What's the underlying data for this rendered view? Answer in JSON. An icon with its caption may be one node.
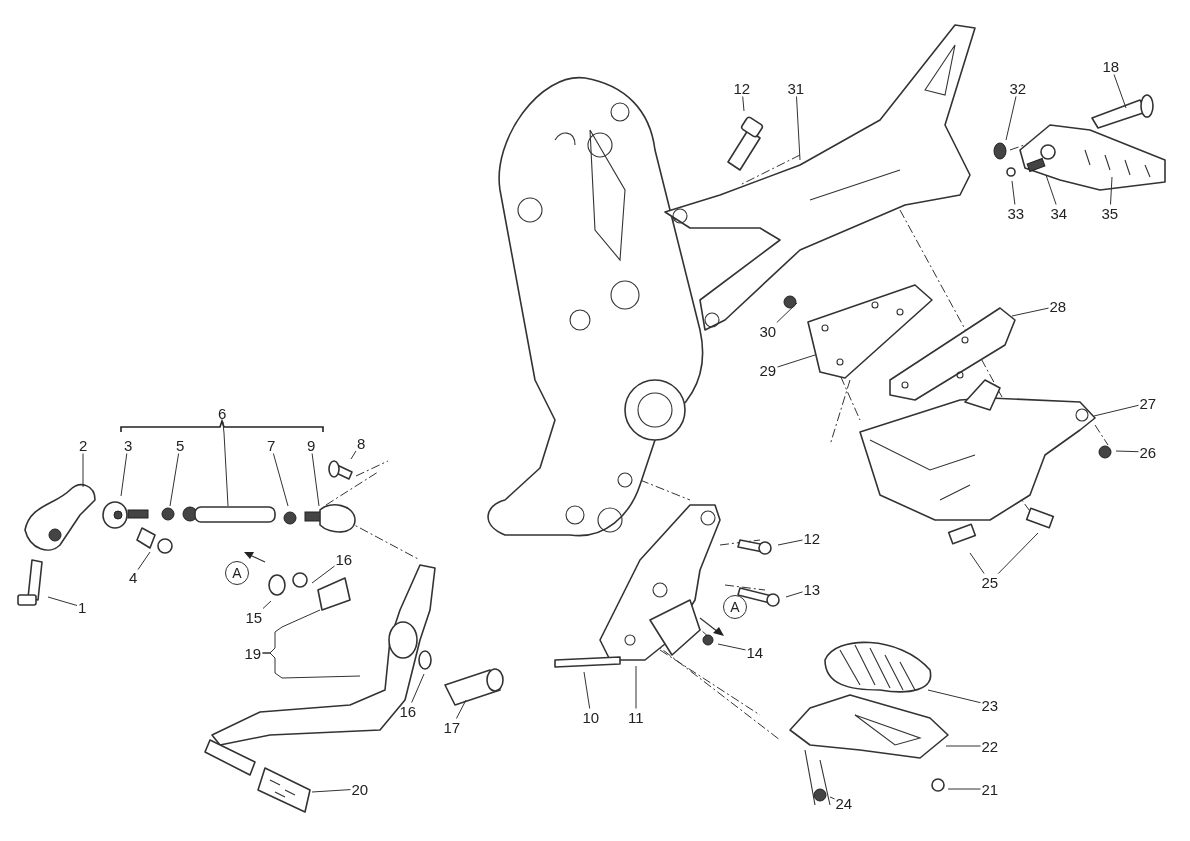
{
  "diagram": {
    "nodes": [
      {
        "text": [
          "18"
        ]
      },
      {
        "text": [
          "12"
        ]
      },
      {
        "text": [
          "31"
        ]
      },
      {
        "text": [
          "32"
        ]
      },
      {
        "text": [
          "33"
        ]
      },
      {
        "text": [
          "34"
        ]
      },
      {
        "text": [
          "35"
        ]
      },
      {
        "text": [
          "28"
        ]
      },
      {
        "text": [
          "30"
        ]
      },
      {
        "text": [
          "29"
        ]
      },
      {
        "text": [
          "27"
        ]
      },
      {
        "text": [
          "26"
        ]
      },
      {
        "text": [
          "6"
        ]
      },
      {
        "text": [
          "2"
        ]
      },
      {
        "text": [
          "3"
        ]
      },
      {
        "text": [
          "5"
        ]
      },
      {
        "text": [
          "7"
        ]
      },
      {
        "text": [
          "9"
        ]
      },
      {
        "text": [
          "8"
        ]
      },
      {
        "text": [
          "12"
        ]
      },
      {
        "text": [
          "13"
        ]
      },
      {
        "text": [
          "25"
        ]
      },
      {
        "text": [
          "4"
        ]
      },
      {
        "text": [
          "A"
        ]
      },
      {
        "text": [
          "16"
        ]
      },
      {
        "text": [
          "15"
        ]
      },
      {
        "text": [
          "1"
        ]
      },
      {
        "text": [
          "19"
        ]
      },
      {
        "text": [
          "A"
        ]
      },
      {
        "text": [
          "14"
        ]
      },
      {
        "text": [
          "10"
        ]
      },
      {
        "text": [
          "11"
        ]
      },
      {
        "text": [
          "23"
        ]
      },
      {
        "text": [
          "22"
        ]
      },
      {
        "text": [
          "16"
        ]
      },
      {
        "text": [
          "17"
        ]
      },
      {
        "text": [
          "20"
        ]
      },
      {
        "text": [
          "21"
        ]
      },
      {
        "text": [
          "24"
        ]
      }
    ],
    "edges": [
      {
        "from": 0,
        "to": null,
        "arrow": "none"
      },
      {
        "from": 1,
        "to": null,
        "arrow": "none"
      },
      {
        "from": 2,
        "to": null,
        "arrow": "none"
      },
      {
        "from": 3,
        "to": null,
        "arrow": "none"
      },
      {
        "from": 4,
        "to": null,
        "arrow": "none"
      },
      {
        "from": 5,
        "to": null,
        "arrow": "none"
      },
      {
        "from": 6,
        "to": null,
        "arrow": "none"
      },
      {
        "from": 7,
        "to": null,
        "arrow": "none"
      },
      {
        "from": 8,
        "to": null,
        "arrow": "none"
      },
      {
        "from": 9,
        "to": null,
        "arrow": "none"
      },
      {
        "from": 10,
        "to": null,
        "arrow": "none"
      },
      {
        "from": 11,
        "to": null,
        "arrow": "none"
      },
      {
        "from": 12,
        "to": null,
        "arrow": "none"
      },
      {
        "from": 13,
        "to": null,
        "arrow": "none"
      },
      {
        "from": 14,
        "to": null,
        "arrow": "none"
      },
      {
        "from": 15,
        "to": null,
        "arrow": "none"
      },
      {
        "from": 16,
        "to": null,
        "arrow": "none"
      },
      {
        "from": 17,
        "to": null,
        "arrow": "none"
      },
      {
        "from": 18,
        "to": null,
        "arrow": "none"
      },
      {
        "from": 19,
        "to": null,
        "arrow": "none"
      },
      {
        "from": 20,
        "to": null,
        "arrow": "none"
      },
      {
        "from": 21,
        "to": null,
        "arrow": "none"
      },
      {
        "from": 21,
        "to": null,
        "arrow": "none"
      },
      {
        "from": 22,
        "to": null,
        "arrow": "none"
      },
      {
        "from": 24,
        "to": null,
        "arrow": "none"
      },
      {
        "from": 25,
        "to": null,
        "arrow": "none"
      },
      {
        "from": 26,
        "to": null,
        "arrow": "none"
      },
      {
        "from": 27,
        "to": null,
        "arrow": "none"
      },
      {
        "from": 27,
        "to": null,
        "arrow": "none"
      },
      {
        "from": 29,
        "to": null,
        "arrow": "none"
      },
      {
        "from": 30,
        "to": null,
        "arrow": "none"
      },
      {
        "from": 31,
        "to": null,
        "arrow": "none"
      },
      {
        "from": 32,
        "to": null,
        "arrow": "none"
      },
      {
        "from": 33,
        "to": null,
        "arrow": "none"
      },
      {
        "from": 34,
        "to": null,
        "arrow": "none"
      },
      {
        "from": 35,
        "to": null,
        "arrow": "none"
      },
      {
        "from": 36,
        "to": null,
        "arrow": "none"
      },
      {
        "from": 37,
        "to": null,
        "arrow": "none"
      },
      {
        "from": 38,
        "to": null,
        "arrow": "none"
      }
    ]
  }
}
